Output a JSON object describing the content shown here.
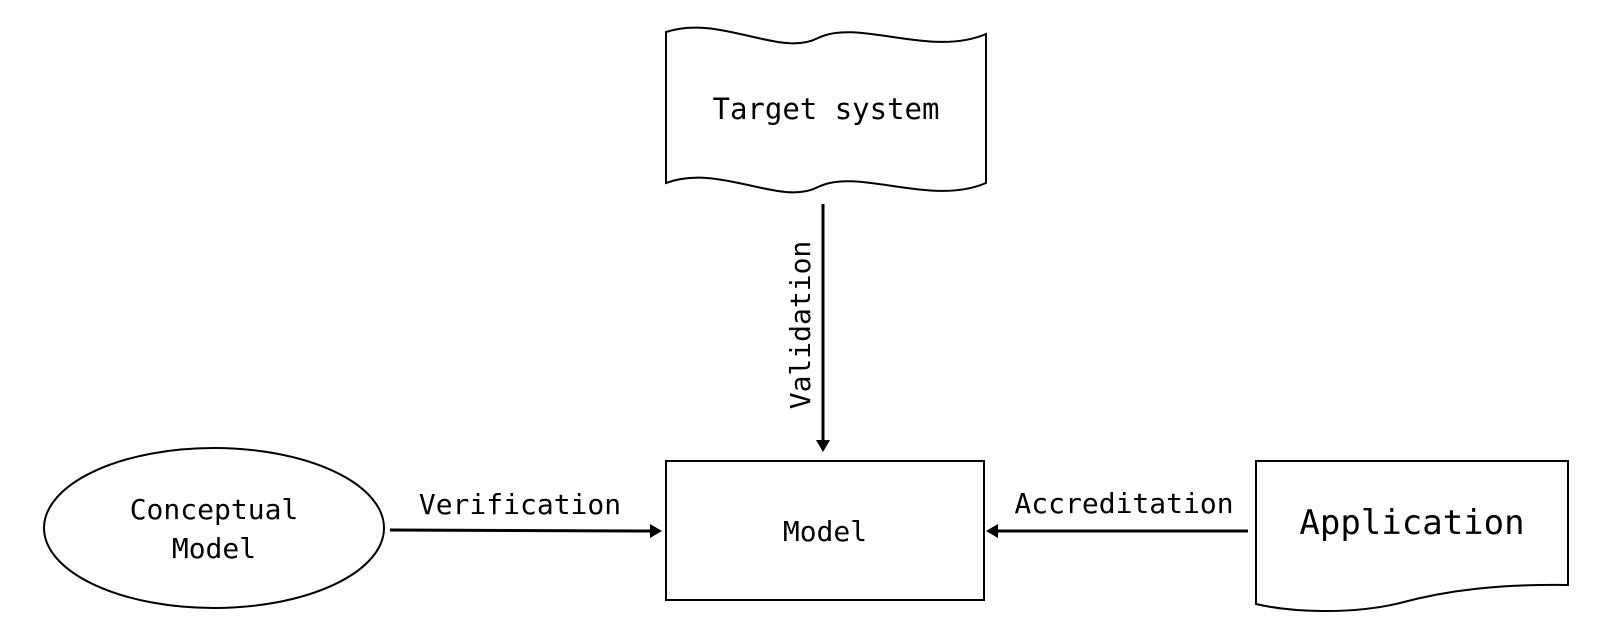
{
  "nodes": {
    "target_system": {
      "label": "Target system",
      "shape": "wavy-banner"
    },
    "conceptual_model": {
      "label_line1": "Conceptual",
      "label_line2": "Model",
      "shape": "ellipse"
    },
    "model": {
      "label": "Model",
      "shape": "rectangle"
    },
    "application": {
      "label": "Application",
      "shape": "document"
    }
  },
  "edges": {
    "validation": {
      "label": "Validation",
      "from": "Target system",
      "to": "Model"
    },
    "verification": {
      "label": "Verification",
      "from": "Conceptual Model",
      "to": "Model"
    },
    "accreditation": {
      "label": "Accreditation",
      "from": "Application",
      "to": "Model"
    }
  },
  "colors": {
    "stroke": "#000000",
    "background": "#ffffff"
  }
}
